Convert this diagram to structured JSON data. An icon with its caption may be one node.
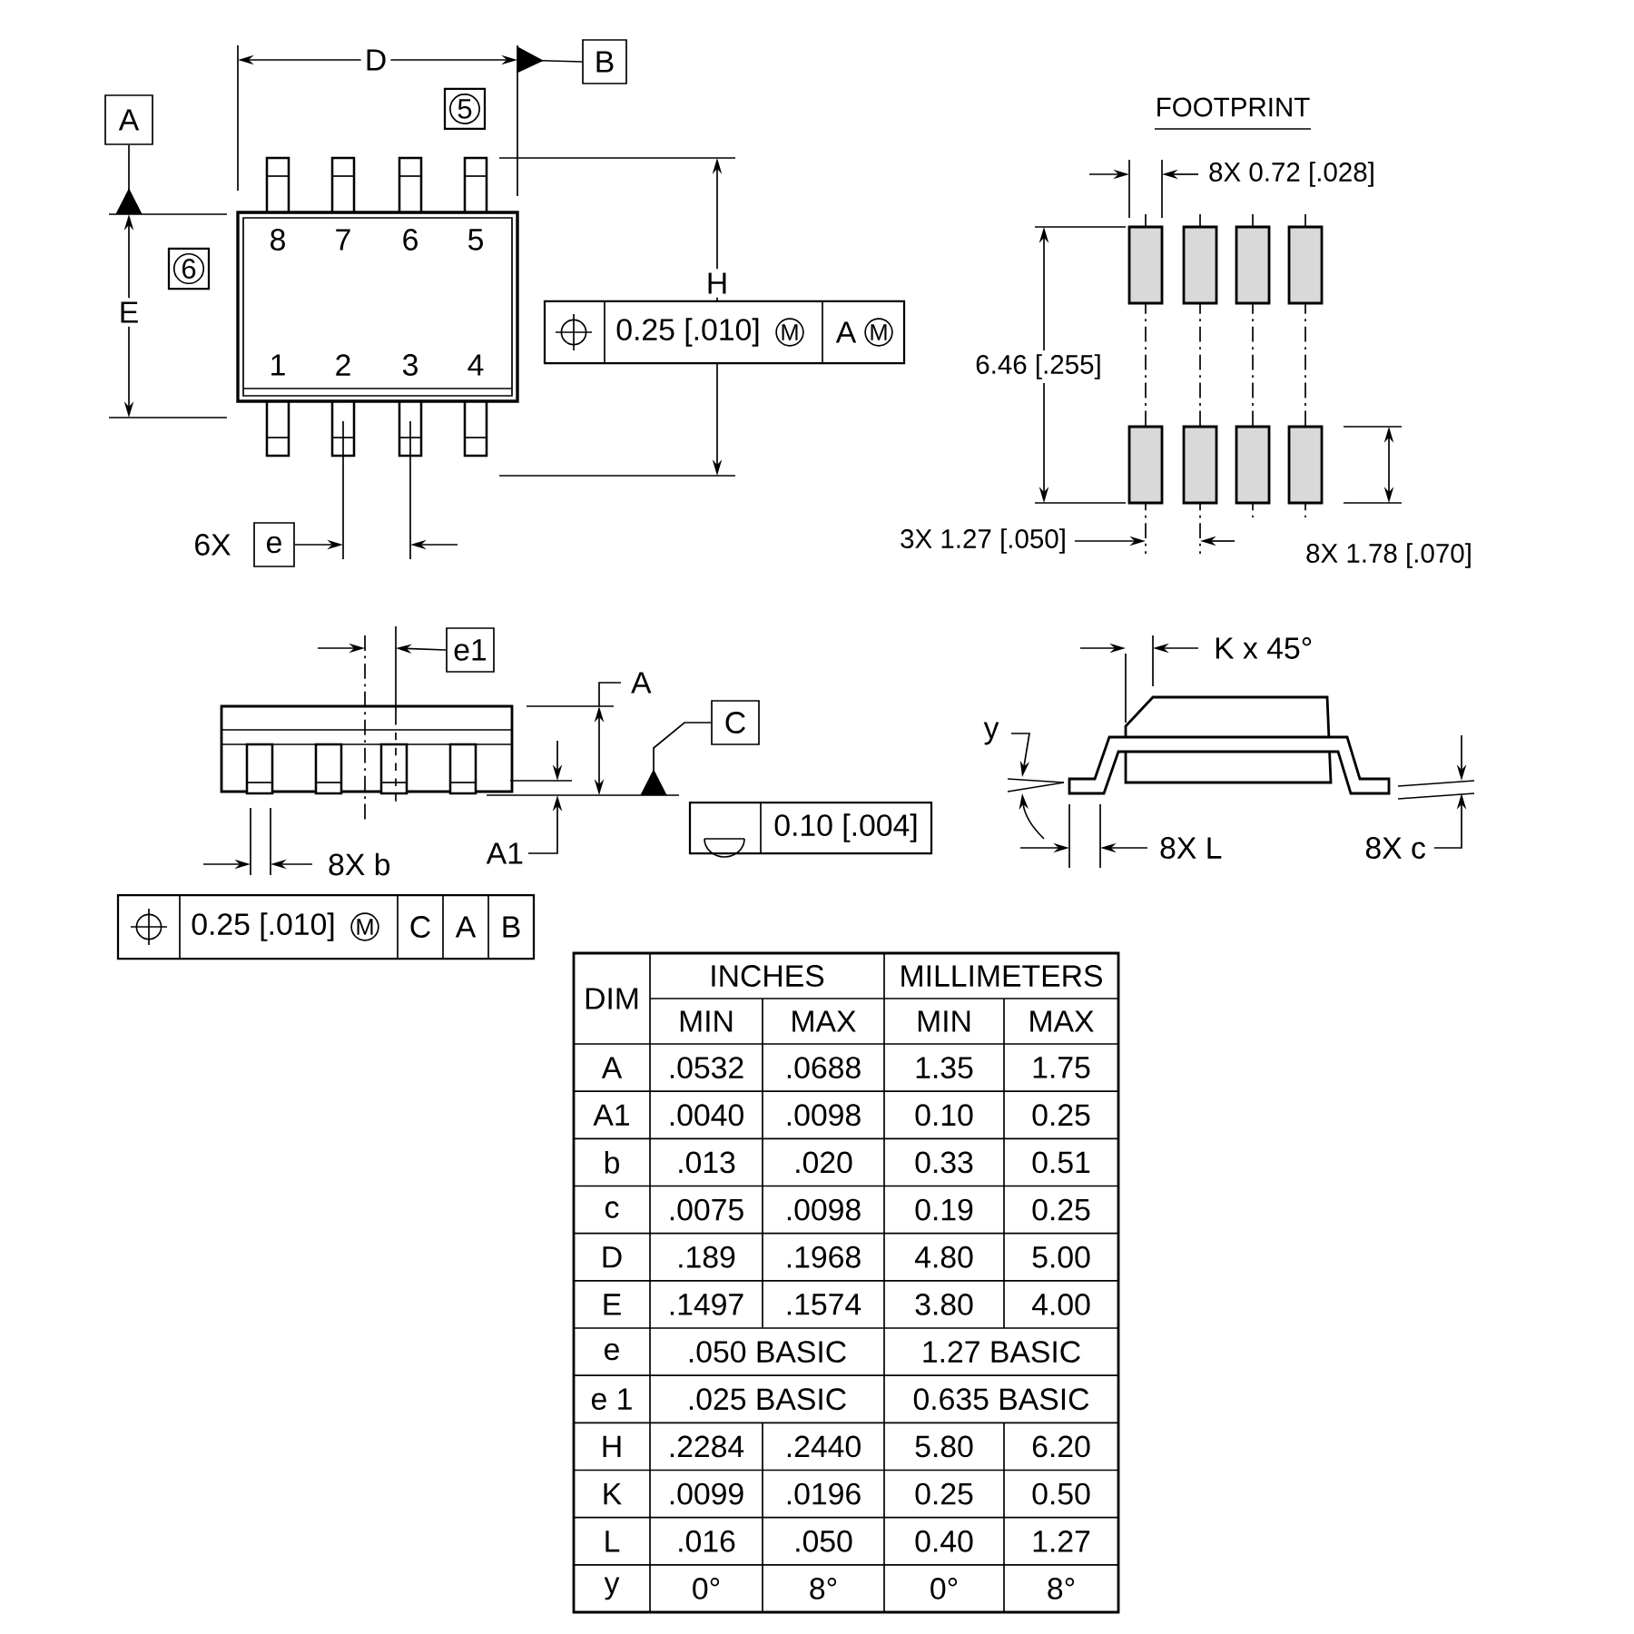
{
  "diagram": {
    "nodes": [
      {
        "text": [
          "A"
        ]
      },
      {
        "text": [
          "B"
        ]
      },
      {
        "text": [
          "5"
        ]
      },
      {
        "text": [
          "6"
        ]
      },
      {
        "text": [
          "0.25 [.010]",
          "M",
          "A",
          "M"
        ]
      },
      {
        "text": [
          "e"
        ],
        "beside": [
          "6X"
        ]
      },
      {
        "text": [
          "e1"
        ]
      },
      {
        "text": [
          "C"
        ]
      },
      {
        "text": [
          "0.10 [.004]"
        ]
      },
      {
        "text": [
          "0.25 [.010]",
          "M",
          "C",
          "A",
          "B"
        ]
      }
    ],
    "edges": [
      {
        "from": 0,
        "to": null,
        "arrow": "other"
      },
      {
        "from": 1,
        "to": null,
        "arrow": "other"
      },
      {
        "from": 7,
        "to": null,
        "arrow": "other"
      },
      {
        "from": 5,
        "to": null,
        "arrow": "to"
      },
      {
        "from": 6,
        "to": null,
        "arrow": "to"
      }
    ],
    "labels": [
      "D",
      "8",
      "7",
      "6",
      "5",
      "E",
      "H",
      "1",
      "2",
      "3",
      "4",
      "FOOTPRINT",
      "8X 0.72 [.028]",
      "6.46 [.255]",
      "3X 1.27 [.050]",
      "8X 1.78 [.070]",
      "A",
      "K x 45°",
      "y",
      "A1",
      "8X b",
      "8X L",
      "8X c",
      "DIM",
      "INCHES",
      "MILLIMETERS",
      "MIN",
      "MAX",
      "MIN",
      "MAX",
      "A",
      ".0532",
      ".0688",
      "1.35",
      "1.75",
      "A1",
      ".0040",
      ".0098",
      "0.10",
      "0.25",
      "b",
      ".013",
      ".020",
      "0.33",
      "0.51",
      "c",
      ".0075",
      ".0098",
      "0.19",
      "0.25",
      "D",
      ".189",
      ".1968",
      "4.80",
      "5.00",
      "E",
      ".1497",
      ".1574",
      "3.80",
      "4.00",
      "e",
      ".050 BASIC",
      "1.27 BASIC",
      "e 1",
      ".025 BASIC",
      "0.635 BASIC",
      "H",
      ".2284",
      ".2440",
      "5.80",
      "6.20",
      "K",
      ".0099",
      ".0196",
      "0.25",
      "0.50",
      "L",
      ".016",
      ".050",
      "0.40",
      "1.27",
      "y",
      "0°",
      "8°",
      "0°",
      "8°"
    ]
  }
}
